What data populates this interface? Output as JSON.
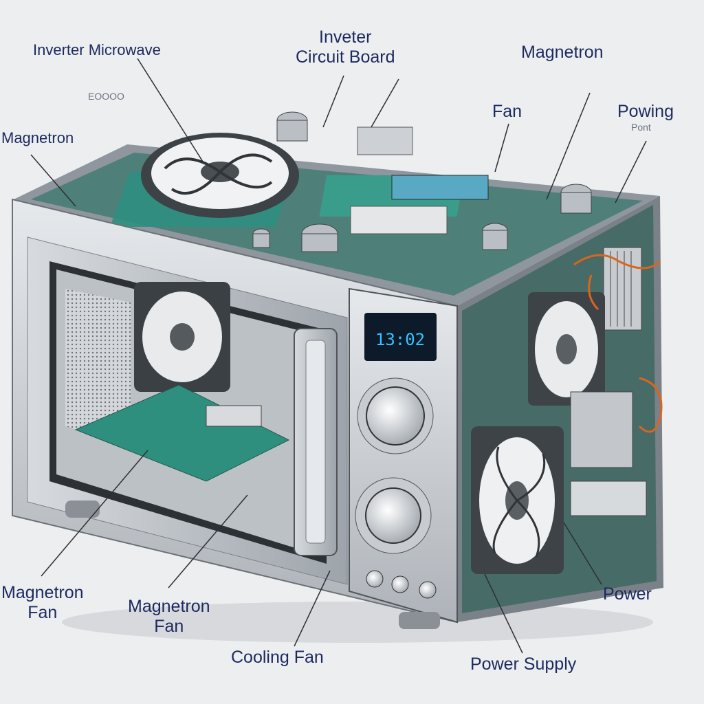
{
  "labels": {
    "inverter_microwave": "Inverter Microwave",
    "inverter_circuit_board_l1": "Inveter",
    "inverter_circuit_board_l2": "Circuit Board",
    "magnetron_top_right": "Magnetron",
    "fan_top": "Fan",
    "powing_l1": "Powing",
    "powing_l2": "Pont",
    "eooo": "EOOOO",
    "magnetron_left": "Magnetron",
    "magnetron_fan_left_l1": "Magnetron",
    "magnetron_fan_left_l2": "Fan",
    "magnetron_fan_mid_l1": "Magnetron",
    "magnetron_fan_mid_l2": "Fan",
    "cooling_fan": "Cooling Fan",
    "power": "Power",
    "power_supply": "Power Supply"
  },
  "display": {
    "time": "13:02"
  },
  "colors": {
    "background": "#eceef0",
    "steel": "#c9cdd2",
    "circuit_board": "#2f8f7f",
    "display_bg": "#0c1a2a",
    "display_text": "#35c3ff",
    "label_text": "#1c2a5e",
    "wire": "#d9661e"
  }
}
